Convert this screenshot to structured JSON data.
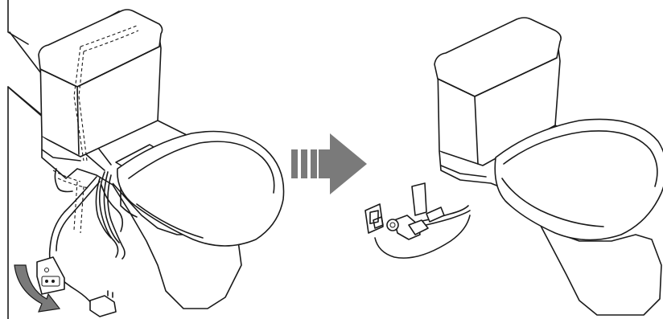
{
  "diagram": {
    "panels": [
      {
        "id": "before",
        "description_icon": "toilet-with-old-seat-removal"
      },
      {
        "id": "after",
        "description_icon": "toilet-with-new-seat"
      }
    ],
    "transition_icon": "right-arrow-icon",
    "removal_arrow_icon": "curved-down-arrow-icon",
    "colors": {
      "line": "#1a1a1a",
      "arrow": "#7a7a7a",
      "background": "#ffffff"
    }
  }
}
